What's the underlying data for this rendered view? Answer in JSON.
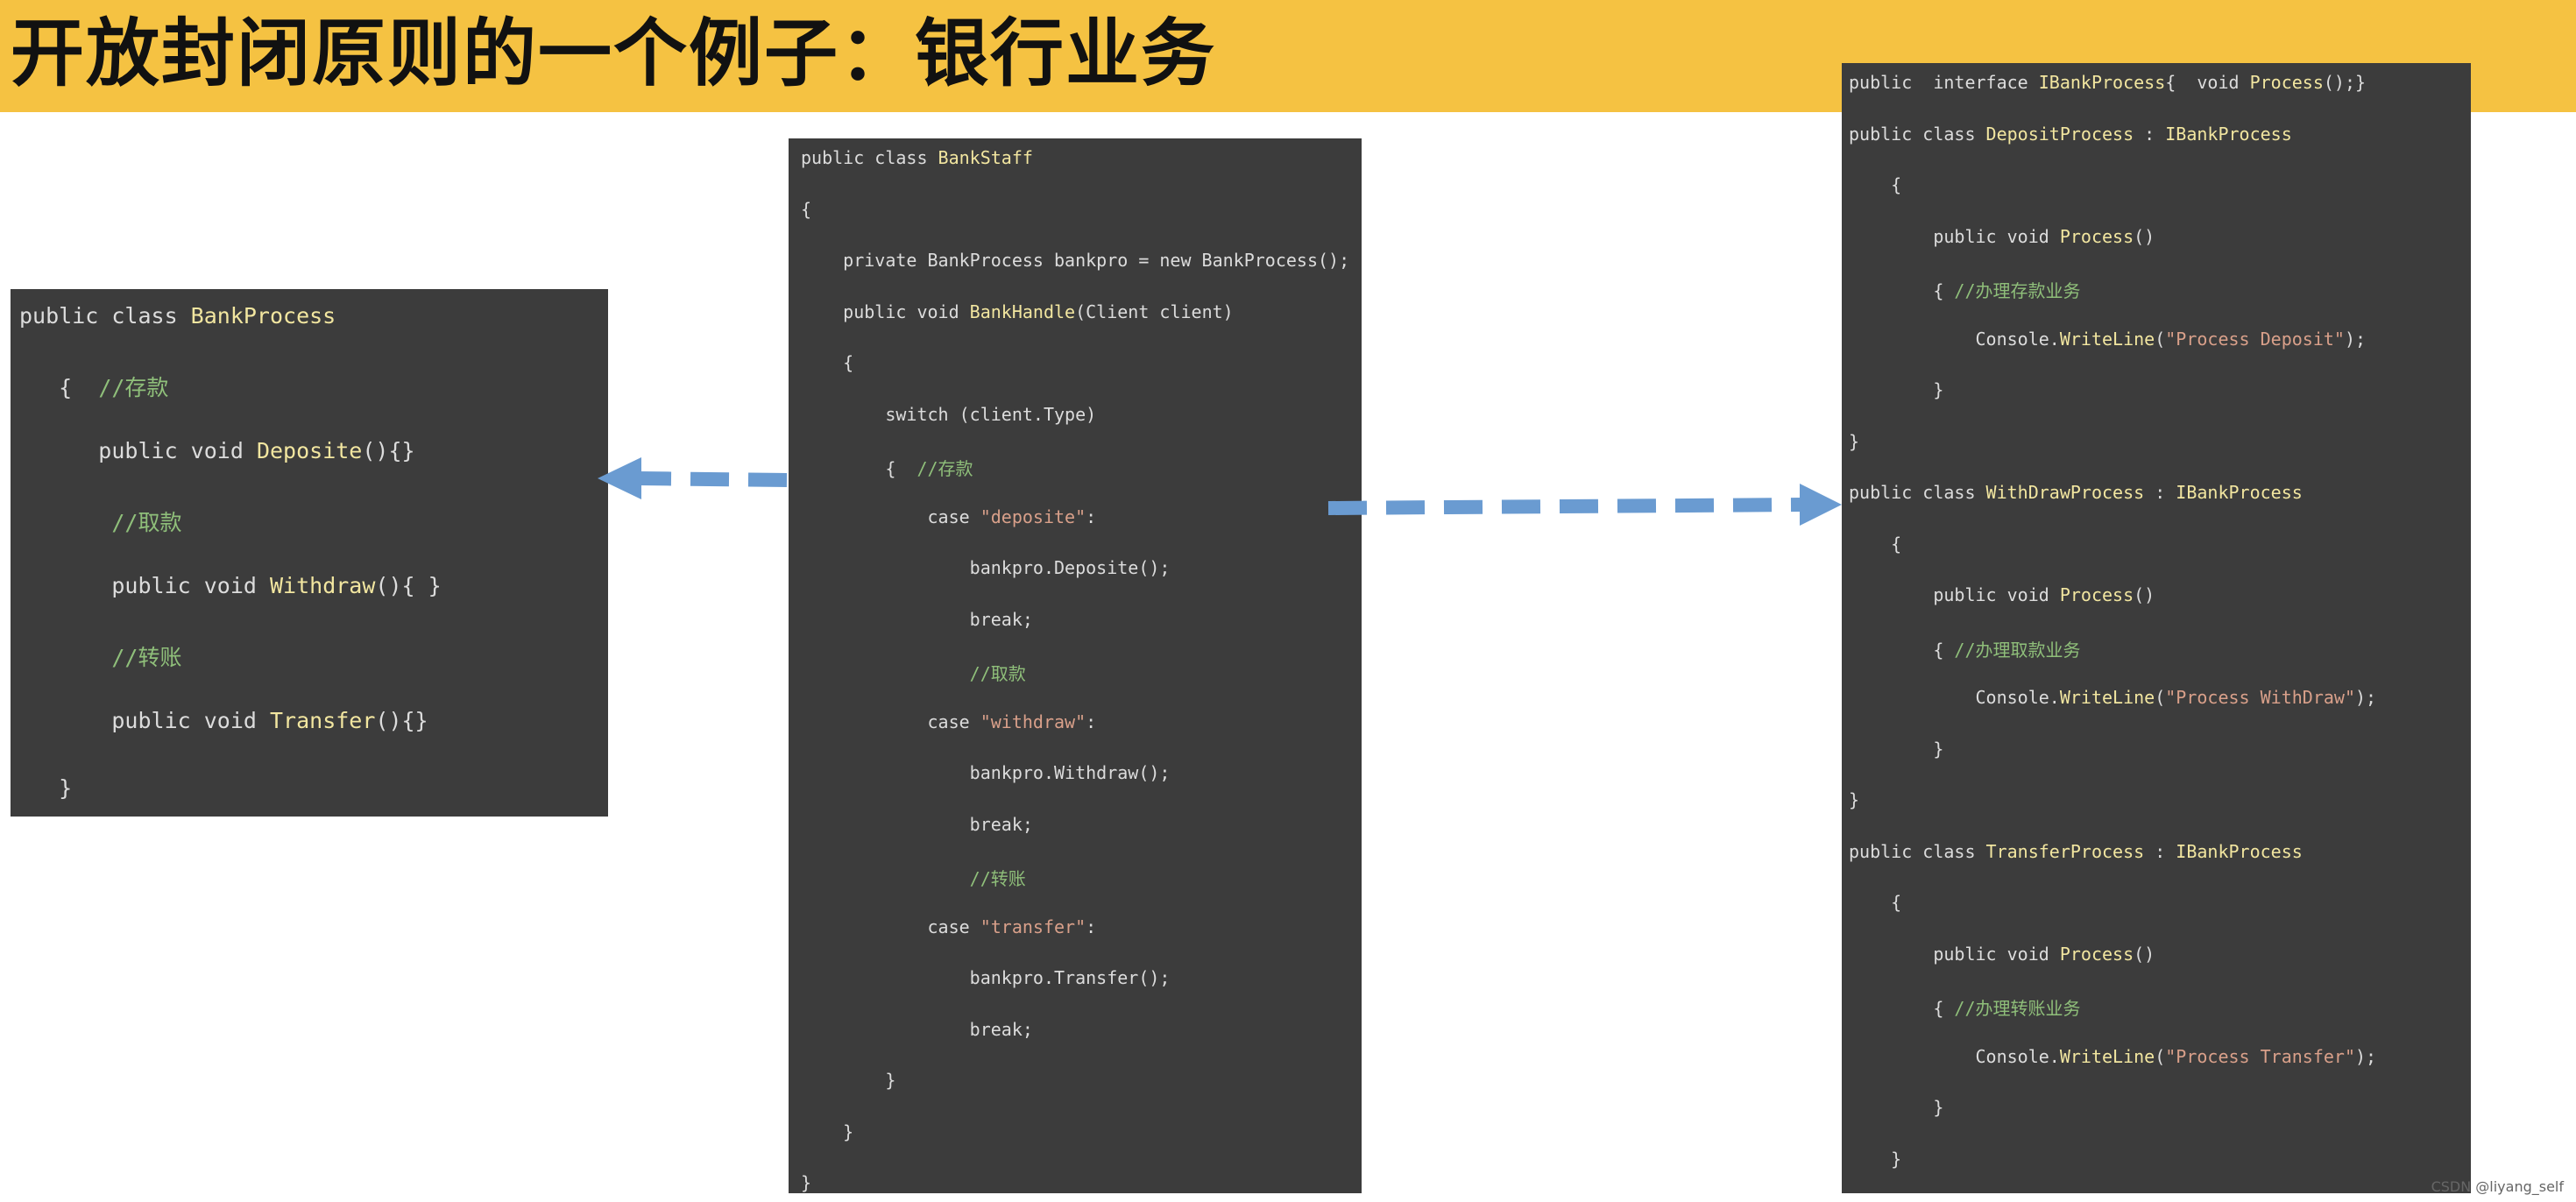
{
  "title": "开放封闭原则的一个例子：银行业务",
  "colors": {
    "banner": "#f5c242",
    "panel": "#3c3c3c",
    "arrow": "#6a9bd1",
    "keyword": "#dcdcdc",
    "class_name": "#f2e6a0",
    "comment": "#8fbf7a",
    "string": "#d9a08a"
  },
  "panels": {
    "left": {
      "lines": [
        [
          {
            "t": "public class ",
            "c": "kw"
          },
          {
            "t": "BankProcess",
            "c": "cls"
          }
        ],
        [
          {
            "t": "   {  ",
            "c": "pl"
          },
          {
            "t": "//存款",
            "c": "cm"
          }
        ],
        [
          {
            "t": "      public void ",
            "c": "kw"
          },
          {
            "t": "Deposite",
            "c": "cls"
          },
          {
            "t": "(){}",
            "c": "pl"
          }
        ],
        [
          {
            "t": "       ",
            "c": "pl"
          },
          {
            "t": "//取款",
            "c": "cm"
          }
        ],
        [
          {
            "t": "       public void ",
            "c": "kw"
          },
          {
            "t": "Withdraw",
            "c": "cls"
          },
          {
            "t": "(){ }",
            "c": "pl"
          }
        ],
        [
          {
            "t": "       ",
            "c": "pl"
          },
          {
            "t": "//转账",
            "c": "cm"
          }
        ],
        [
          {
            "t": "       public void ",
            "c": "kw"
          },
          {
            "t": "Transfer",
            "c": "cls"
          },
          {
            "t": "(){}",
            "c": "pl"
          }
        ],
        [
          {
            "t": "   }",
            "c": "pl"
          }
        ]
      ]
    },
    "middle": {
      "lines": [
        [
          {
            "t": "public class ",
            "c": "kw"
          },
          {
            "t": "BankStaff",
            "c": "cls"
          }
        ],
        [
          {
            "t": "{",
            "c": "pl"
          }
        ],
        [
          {
            "t": "    private BankProcess bankpro = new BankProcess();",
            "c": "pl"
          }
        ],
        [
          {
            "t": "    public void ",
            "c": "kw"
          },
          {
            "t": "BankHandle",
            "c": "cls"
          },
          {
            "t": "(Client client)",
            "c": "pl"
          }
        ],
        [
          {
            "t": "    {",
            "c": "pl"
          }
        ],
        [
          {
            "t": "        switch (client.Type)",
            "c": "pl"
          }
        ],
        [
          {
            "t": "        {  ",
            "c": "pl"
          },
          {
            "t": "//存款",
            "c": "cm"
          }
        ],
        [
          {
            "t": "            case ",
            "c": "pl"
          },
          {
            "t": "\"deposite\"",
            "c": "str"
          },
          {
            "t": ":",
            "c": "pl"
          }
        ],
        [
          {
            "t": "                bankpro.Deposite();",
            "c": "pl"
          }
        ],
        [
          {
            "t": "                break;",
            "c": "pl"
          }
        ],
        [
          {
            "t": "                ",
            "c": "pl"
          },
          {
            "t": "//取款",
            "c": "cm"
          }
        ],
        [
          {
            "t": "            case ",
            "c": "pl"
          },
          {
            "t": "\"withdraw\"",
            "c": "str"
          },
          {
            "t": ":",
            "c": "pl"
          }
        ],
        [
          {
            "t": "                bankpro.Withdraw();",
            "c": "pl"
          }
        ],
        [
          {
            "t": "                break;",
            "c": "pl"
          }
        ],
        [
          {
            "t": "                ",
            "c": "pl"
          },
          {
            "t": "//转账",
            "c": "cm"
          }
        ],
        [
          {
            "t": "            case ",
            "c": "pl"
          },
          {
            "t": "\"transfer\"",
            "c": "str"
          },
          {
            "t": ":",
            "c": "pl"
          }
        ],
        [
          {
            "t": "                bankpro.Transfer();",
            "c": "pl"
          }
        ],
        [
          {
            "t": "                break;",
            "c": "pl"
          }
        ],
        [
          {
            "t": "        }",
            "c": "pl"
          }
        ],
        [
          {
            "t": "    }",
            "c": "pl"
          }
        ],
        [
          {
            "t": "}",
            "c": "pl"
          }
        ]
      ]
    },
    "right": {
      "lines": [
        [
          {
            "t": "public  interface ",
            "c": "kw"
          },
          {
            "t": "IBankProcess",
            "c": "cls"
          },
          {
            "t": "{  void ",
            "c": "pl"
          },
          {
            "t": "Process",
            "c": "cls"
          },
          {
            "t": "();}",
            "c": "pl"
          }
        ],
        [
          {
            "t": "public class ",
            "c": "kw"
          },
          {
            "t": "DepositProcess",
            "c": "cls"
          },
          {
            "t": " : ",
            "c": "pl"
          },
          {
            "t": "IBankProcess",
            "c": "cls"
          }
        ],
        [
          {
            "t": "    {",
            "c": "pl"
          }
        ],
        [
          {
            "t": "        public void ",
            "c": "kw"
          },
          {
            "t": "Process",
            "c": "cls"
          },
          {
            "t": "()",
            "c": "pl"
          }
        ],
        [
          {
            "t": "        { ",
            "c": "pl"
          },
          {
            "t": "//办理存款业务",
            "c": "cm"
          }
        ],
        [
          {
            "t": "            Console.",
            "c": "pl"
          },
          {
            "t": "WriteLine",
            "c": "cls"
          },
          {
            "t": "(",
            "c": "pl"
          },
          {
            "t": "\"Process Deposit\"",
            "c": "str"
          },
          {
            "t": ");",
            "c": "pl"
          }
        ],
        [
          {
            "t": "        }",
            "c": "pl"
          }
        ],
        [
          {
            "t": "}",
            "c": "pl"
          }
        ],
        [
          {
            "t": "public class ",
            "c": "kw"
          },
          {
            "t": "WithDrawProcess",
            "c": "cls"
          },
          {
            "t": " : ",
            "c": "pl"
          },
          {
            "t": "IBankProcess",
            "c": "cls"
          }
        ],
        [
          {
            "t": "    {",
            "c": "pl"
          }
        ],
        [
          {
            "t": "        public void ",
            "c": "kw"
          },
          {
            "t": "Process",
            "c": "cls"
          },
          {
            "t": "()",
            "c": "pl"
          }
        ],
        [
          {
            "t": "        { ",
            "c": "pl"
          },
          {
            "t": "//办理取款业务",
            "c": "cm"
          }
        ],
        [
          {
            "t": "            Console.",
            "c": "pl"
          },
          {
            "t": "WriteLine",
            "c": "cls"
          },
          {
            "t": "(",
            "c": "pl"
          },
          {
            "t": "\"Process WithDraw\"",
            "c": "str"
          },
          {
            "t": ");",
            "c": "pl"
          }
        ],
        [
          {
            "t": "        }",
            "c": "pl"
          }
        ],
        [
          {
            "t": "}",
            "c": "pl"
          }
        ],
        [
          {
            "t": "public class ",
            "c": "kw"
          },
          {
            "t": "TransferProcess",
            "c": "cls"
          },
          {
            "t": " : ",
            "c": "pl"
          },
          {
            "t": "IBankProcess",
            "c": "cls"
          }
        ],
        [
          {
            "t": "    {",
            "c": "pl"
          }
        ],
        [
          {
            "t": "        public void ",
            "c": "kw"
          },
          {
            "t": "Process",
            "c": "cls"
          },
          {
            "t": "()",
            "c": "pl"
          }
        ],
        [
          {
            "t": "        { ",
            "c": "pl"
          },
          {
            "t": "//办理转账业务",
            "c": "cm"
          }
        ],
        [
          {
            "t": "            Console.",
            "c": "pl"
          },
          {
            "t": "WriteLine",
            "c": "cls"
          },
          {
            "t": "(",
            "c": "pl"
          },
          {
            "t": "\"Process Transfer\"",
            "c": "str"
          },
          {
            "t": ");",
            "c": "pl"
          }
        ],
        [
          {
            "t": "        }",
            "c": "pl"
          }
        ],
        [
          {
            "t": "    }",
            "c": "pl"
          }
        ]
      ]
    }
  },
  "watermark": "CSDN @liyang_self"
}
